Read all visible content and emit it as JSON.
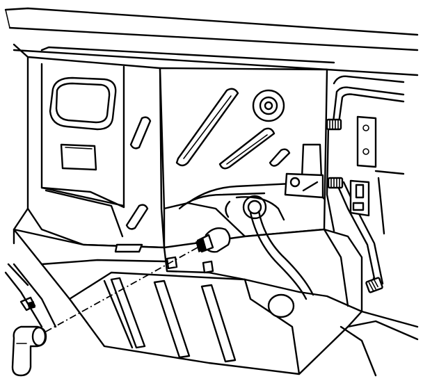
{
  "diagram": {
    "style": "black line art on white background",
    "colors": {
      "line": "#000000",
      "background": "#ffffff"
    },
    "parts": [
      "upper-body-edge",
      "inner-wall-panel",
      "oval-opening",
      "square-plug-opening",
      "center-panel",
      "slot-openings",
      "round-grommet",
      "mounting-bracket",
      "door-frame-structure",
      "fasteners",
      "lower-floor-panel",
      "corrugated-step",
      "wire-harness",
      "electrical-connector",
      "pipe-elbow",
      "dash-dot-leader"
    ]
  }
}
